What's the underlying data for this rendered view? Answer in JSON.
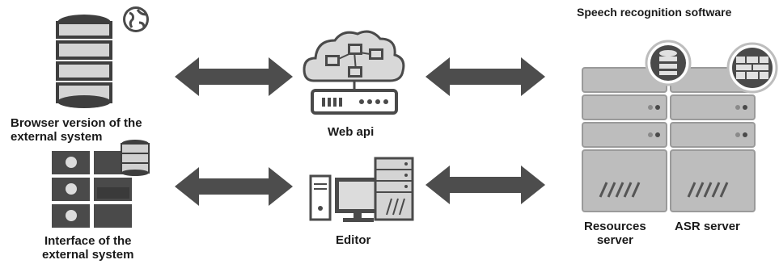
{
  "labels": {
    "browser_version": [
      "Browser version of the",
      "external system"
    ],
    "interface": [
      "Interface of the",
      "external system"
    ],
    "web_api": "Web api",
    "editor": "Editor",
    "speech_software": "Speech recognition software",
    "resources_server": [
      "Resources",
      "server"
    ],
    "asr_server": "ASR server"
  },
  "colors": {
    "dark": "#4a4a4a",
    "mid": "#7a7a7a",
    "light": "#d0d0d0",
    "arrow": "#4d4d4d"
  },
  "icons": [
    "database-icon",
    "globe-icon",
    "cloud-network-icon",
    "router-icon",
    "desktop-computer-icon",
    "server-rack-icon",
    "firewall-icon"
  ]
}
